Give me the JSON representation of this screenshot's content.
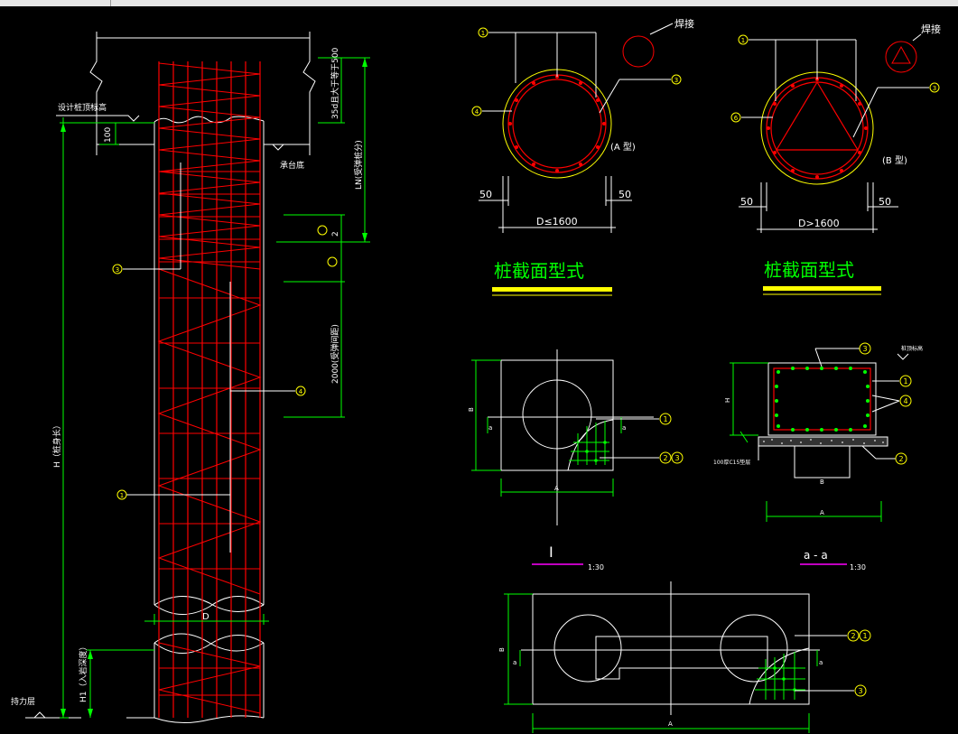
{
  "colors": {
    "background": "#000000",
    "outline": "#ffffff",
    "rebar": "#ff0000",
    "dimension": "#00ff00",
    "callout": "#ffff00",
    "underline": "#ffff00",
    "section_mark": "#ff00ff",
    "cover": "#ffff00"
  },
  "pile_elevation": {
    "design_top_label": "设计桩顶标高",
    "cap_bottom_label": "承台底",
    "bearing_layer_label": "持力层",
    "dim_100": "100",
    "anchor_len": "35d且大于等于500",
    "ln_label": "LN(受弹桩分)",
    "spacing_2": "2",
    "dense_len": "2000(受弹间距)",
    "h_label": "H（桩身长）",
    "h1_label": "H1（入岩深度）",
    "d_label": "D",
    "callouts": [
      "3",
      "4",
      "1"
    ]
  },
  "section_a": {
    "weld_label": "焊接",
    "type_label": "(A  型)",
    "cover_left": "50",
    "cover_right": "50",
    "diam_label": "D≤1600",
    "title": "桩截面型式",
    "callouts": [
      "1",
      "4",
      "3"
    ]
  },
  "section_b": {
    "weld_label": "焊接",
    "type_label": "(B  型)",
    "cover_left": "50",
    "cover_right": "50",
    "diam_label": "D>1600",
    "title": "桩截面型式",
    "callouts": [
      "1",
      "6",
      "3"
    ]
  },
  "cap_plan": {
    "callouts": [
      "1",
      "2",
      "3"
    ],
    "section_title": "I",
    "scale": "1:30",
    "dim_b": "B",
    "dim_a": "A",
    "cut_mark": "a"
  },
  "cap_section": {
    "top_label": "桩顶标高",
    "blind_label": "100厚C15垫层",
    "callouts": [
      "3",
      "1",
      "4",
      "2"
    ],
    "section_title": "a - a",
    "scale": "1:30",
    "dim_h": "H",
    "dim_b": "B",
    "dim_a": "A"
  },
  "double_cap": {
    "callouts": [
      "2",
      "1",
      "3"
    ],
    "dim_b": "B",
    "dim_a": "A",
    "cut_mark": "a"
  }
}
